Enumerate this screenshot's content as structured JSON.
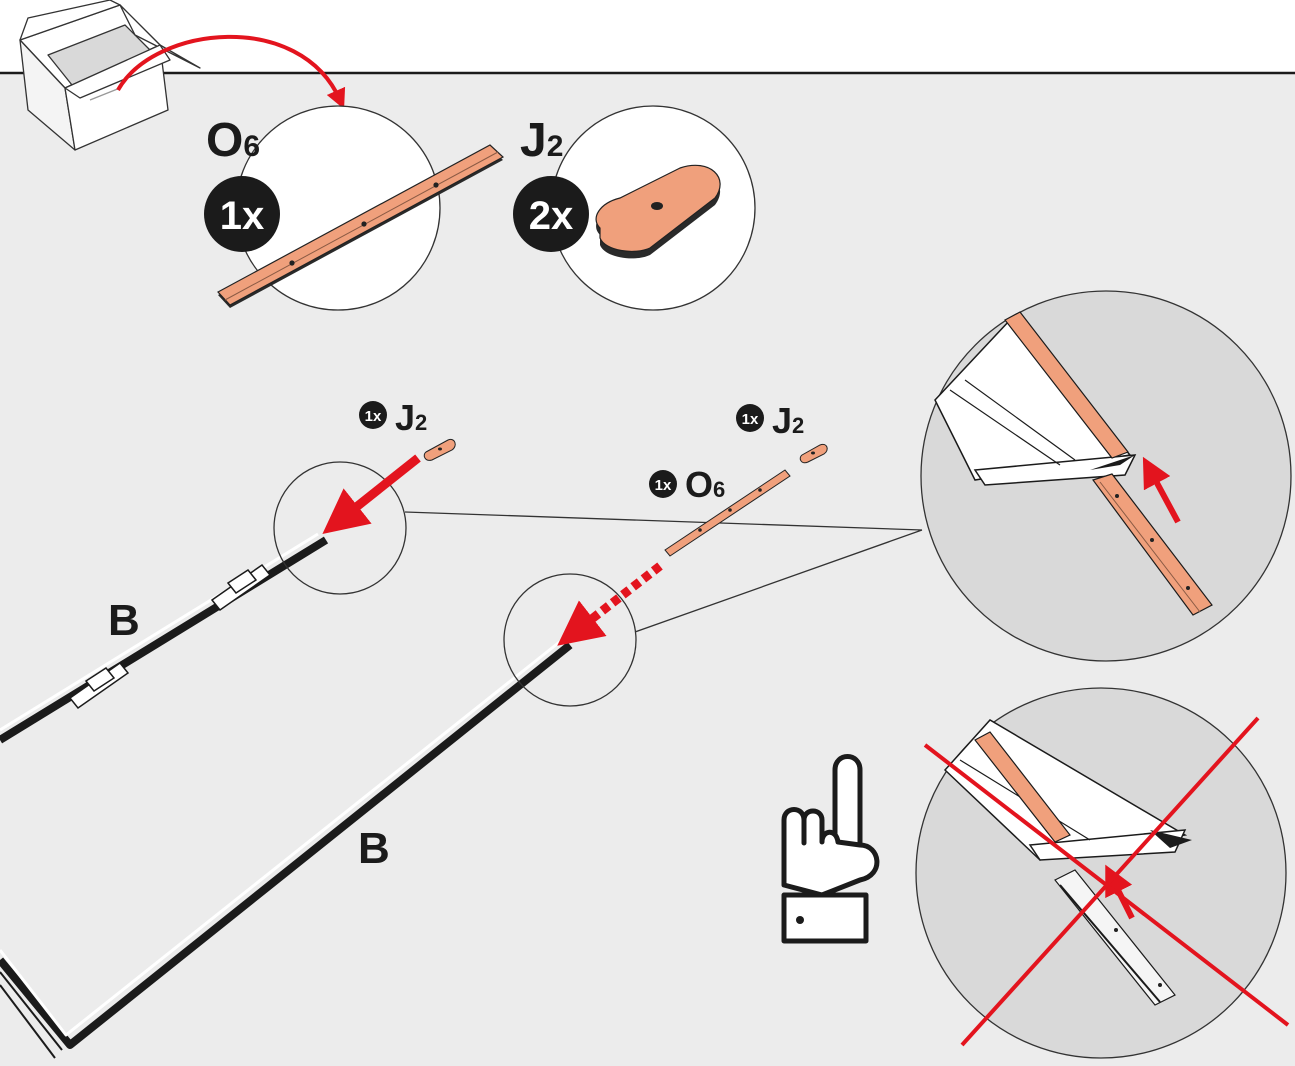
{
  "parts_header": {
    "part_o": {
      "letter": "O",
      "sub": "6",
      "qty": "1x"
    },
    "part_j": {
      "letter": "J",
      "sub": "2",
      "qty": "2x"
    }
  },
  "assembly": {
    "callout_j_left": {
      "qty": "1x",
      "letter": "J",
      "sub": "2"
    },
    "callout_j_right": {
      "qty": "1x",
      "letter": "J",
      "sub": "2"
    },
    "callout_o": {
      "qty": "1x",
      "letter": "O",
      "sub": "6"
    },
    "frame_label_top": "B",
    "frame_label_bottom": "B"
  },
  "colors": {
    "background": "#ececec",
    "part_fill": "#f0a07c",
    "arrow_red": "#e3141e",
    "badge": "#1b1b1b"
  }
}
